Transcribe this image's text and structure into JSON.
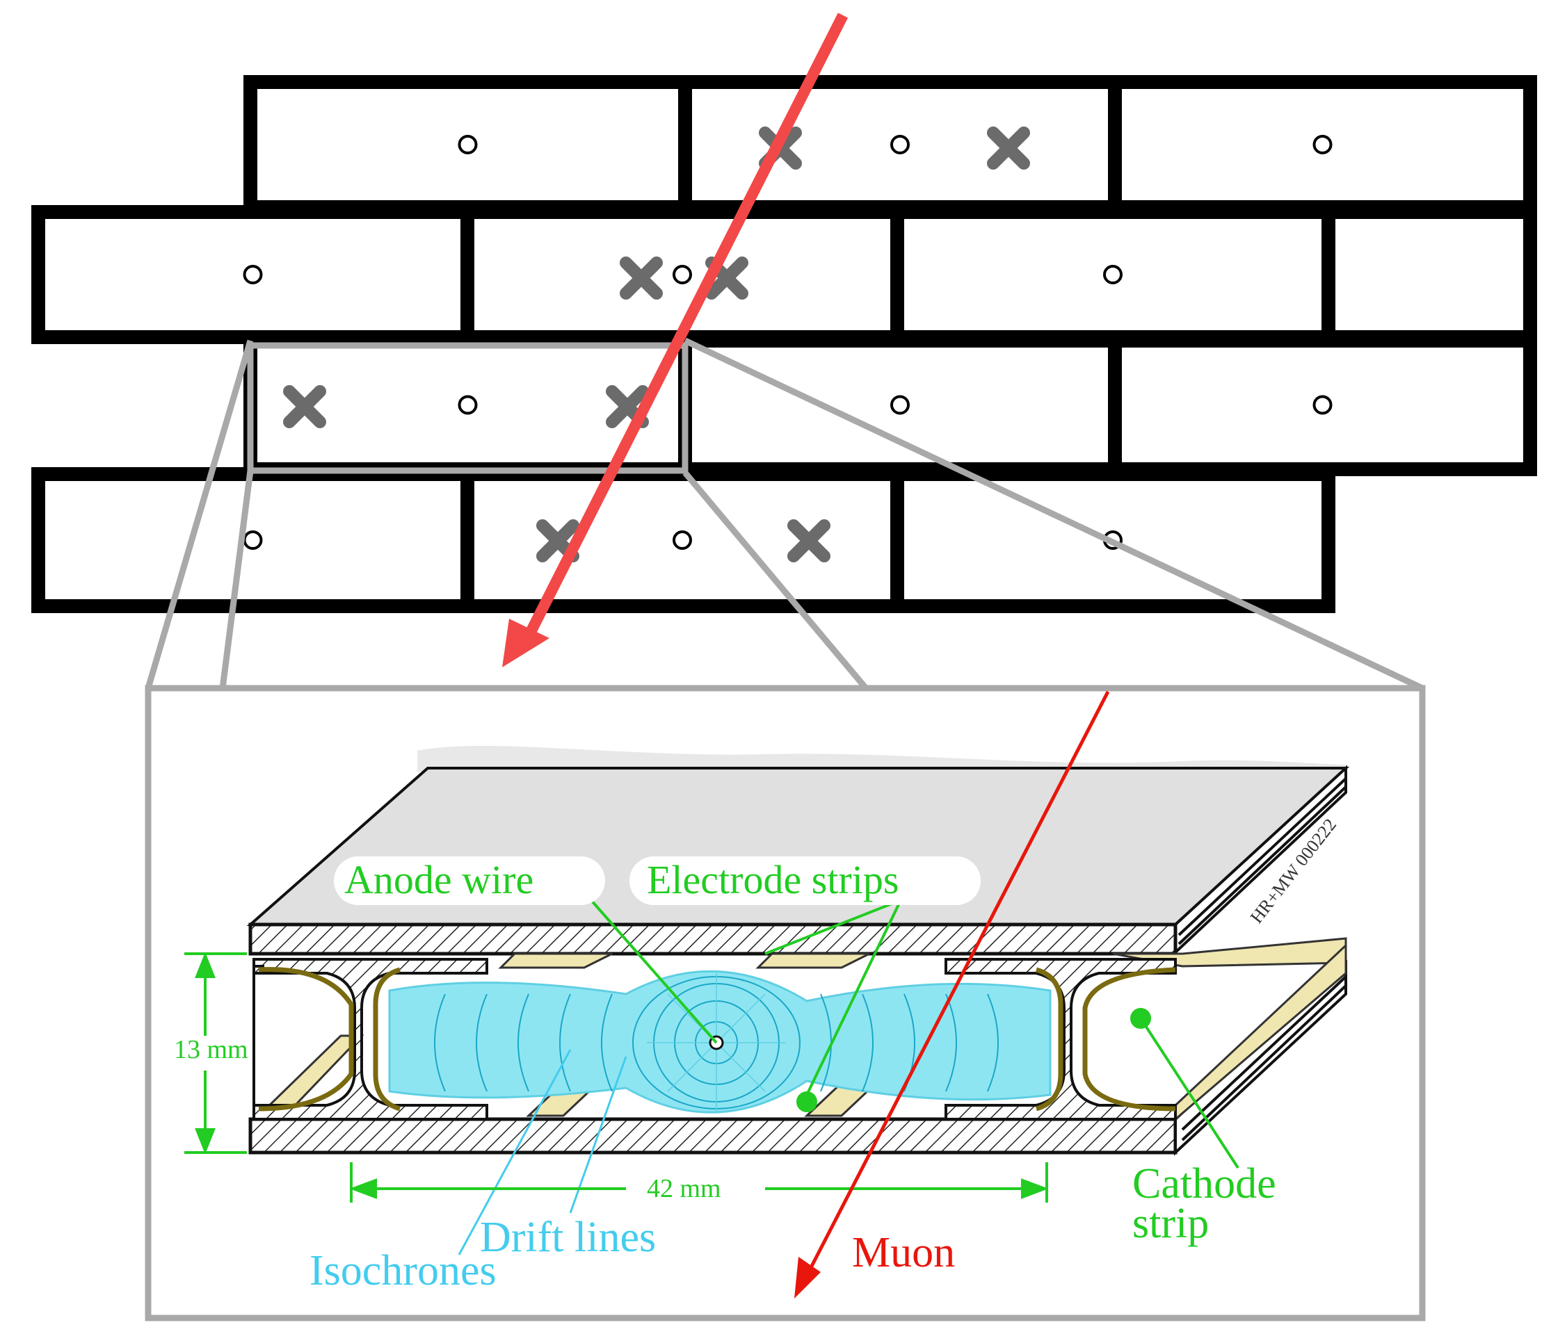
{
  "colors": {
    "cell_stroke": "#000000",
    "zoom_frame": "#a9a9a9",
    "hit_cross": "#6b6b6b",
    "track": "#f34848",
    "label_green": "#22cc22",
    "label_cyan": "#44ccee",
    "label_red": "#e8160c",
    "field_fill": "#8ee5f2",
    "strip_fill": "#f0e6b0",
    "plate_fill": "#e0e0e0"
  },
  "labels": {
    "anode_wire": "Anode wire",
    "electrode_strips": "Electrode strips",
    "height": "13 mm",
    "width": "42 mm",
    "drift_lines": "Drift lines",
    "isochrones": "Isochrones",
    "muon": "Muon",
    "cathode_strip_1": "Cathode",
    "cathode_strip_2": "strip",
    "credit": "HR+MW 000222"
  },
  "icons": {
    "wire": "circle-outline-icon",
    "hit": "x-cross-icon",
    "arrow": "arrowhead-icon"
  }
}
